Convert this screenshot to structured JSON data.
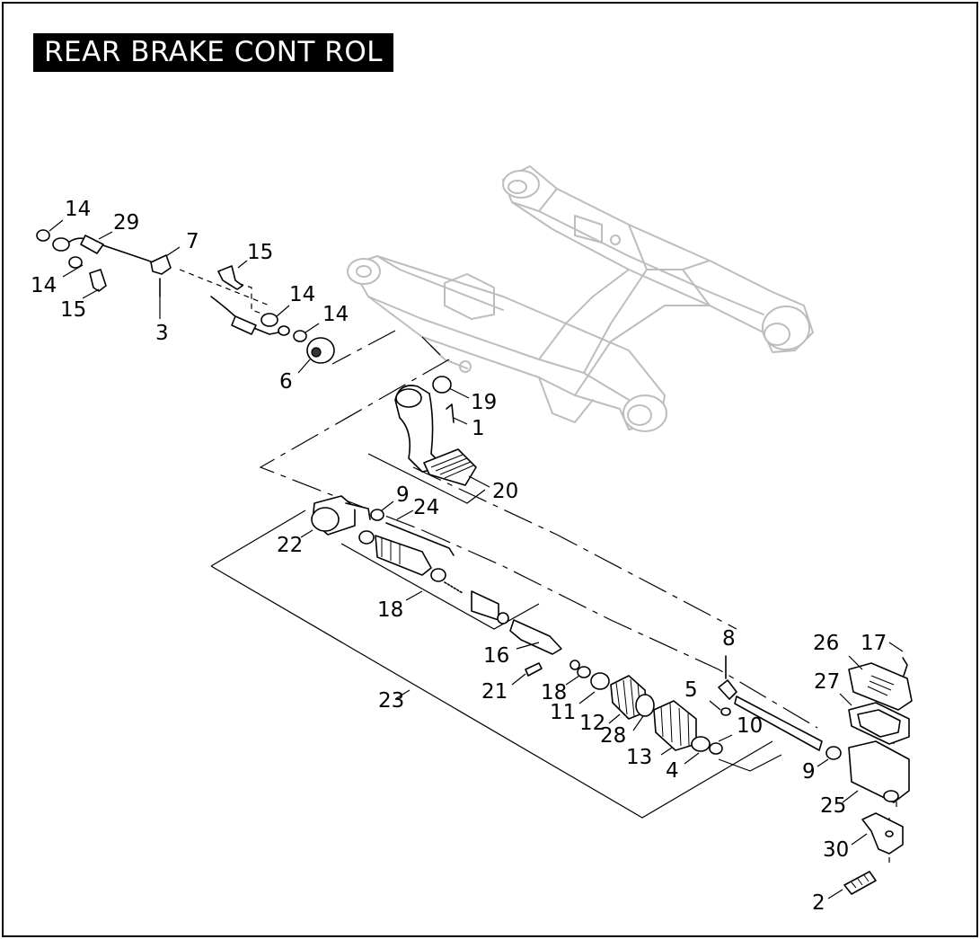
{
  "title": "REAR BRAKE CONT ROL",
  "callouts": [
    {
      "id": "c-14a",
      "label": "14"
    },
    {
      "id": "c-29",
      "label": "29"
    },
    {
      "id": "c-7",
      "label": "7"
    },
    {
      "id": "c-14b",
      "label": "14"
    },
    {
      "id": "c-15a",
      "label": "15"
    },
    {
      "id": "c-3",
      "label": "3"
    },
    {
      "id": "c-15b",
      "label": "15"
    },
    {
      "id": "c-14c",
      "label": "14"
    },
    {
      "id": "c-14d",
      "label": "14"
    },
    {
      "id": "c-6",
      "label": "6"
    },
    {
      "id": "c-19",
      "label": "19"
    },
    {
      "id": "c-1",
      "label": "1"
    },
    {
      "id": "c-20",
      "label": "20"
    },
    {
      "id": "c-9a",
      "label": "9"
    },
    {
      "id": "c-24",
      "label": "24"
    },
    {
      "id": "c-22",
      "label": "22"
    },
    {
      "id": "c-18a",
      "label": "18"
    },
    {
      "id": "c-16",
      "label": "16"
    },
    {
      "id": "c-21",
      "label": "21"
    },
    {
      "id": "c-18b",
      "label": "18"
    },
    {
      "id": "c-11",
      "label": "11"
    },
    {
      "id": "c-12",
      "label": "12"
    },
    {
      "id": "c-28",
      "label": "28"
    },
    {
      "id": "c-13",
      "label": "13"
    },
    {
      "id": "c-4",
      "label": "4"
    },
    {
      "id": "c-8",
      "label": "8"
    },
    {
      "id": "c-5",
      "label": "5"
    },
    {
      "id": "c-10",
      "label": "10"
    },
    {
      "id": "c-23",
      "label": "23"
    },
    {
      "id": "c-26",
      "label": "26"
    },
    {
      "id": "c-17",
      "label": "17"
    },
    {
      "id": "c-27",
      "label": "27"
    },
    {
      "id": "c-9b",
      "label": "9"
    },
    {
      "id": "c-25",
      "label": "25"
    },
    {
      "id": "c-30",
      "label": "30"
    },
    {
      "id": "c-2",
      "label": "2"
    }
  ]
}
